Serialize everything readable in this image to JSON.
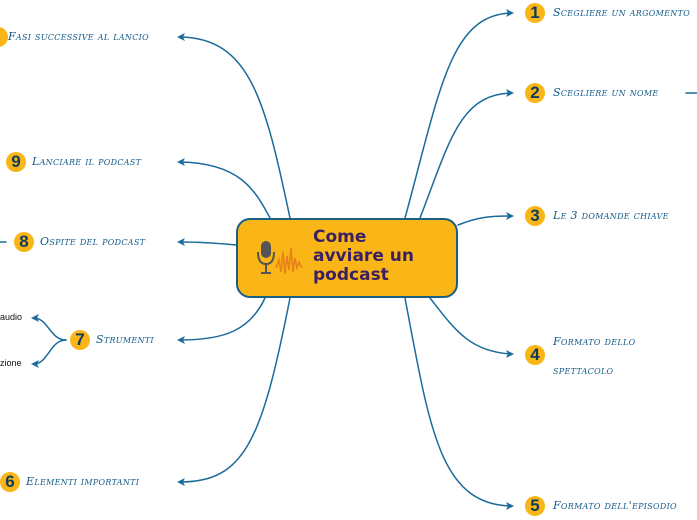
{
  "central": {
    "title": "Come\navviare un\npodcast",
    "icon": "microphone-waveform-icon"
  },
  "colors": {
    "line": "#1a6a9a",
    "central_fill": "#f9b616",
    "central_border": "#1a5f86",
    "badge": "#f9b616",
    "title_text": "#3b1f63",
    "topic_text": "#135c8a"
  },
  "topics": [
    {
      "number": "1",
      "label": "Scegliere un argomento"
    },
    {
      "number": "2",
      "label": "Scegliere un nome"
    },
    {
      "number": "3",
      "label": "Le 3 domande chiave"
    },
    {
      "number": "4",
      "label": "Formato dello",
      "label2": "spettacolo"
    },
    {
      "number": "5",
      "label": "Formato dell'episodio"
    },
    {
      "number": "6",
      "label": "Elementi importanti"
    },
    {
      "number": "7",
      "label": "Strumenti",
      "subs": [
        "audio",
        "zione"
      ]
    },
    {
      "number": "8",
      "label": "Ospite del podcast"
    },
    {
      "number": "9",
      "label": "Lanciare il podcast"
    },
    {
      "number": "",
      "label": "Fasi successive al lancio"
    }
  ]
}
